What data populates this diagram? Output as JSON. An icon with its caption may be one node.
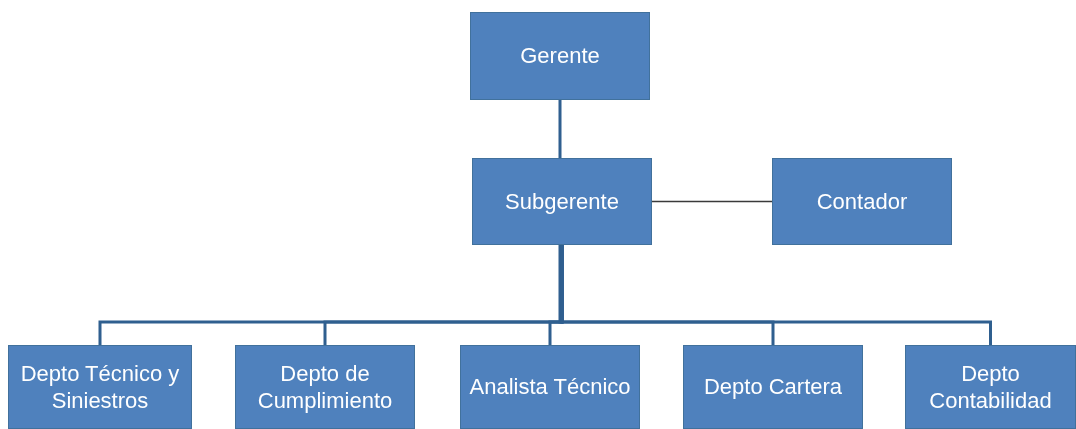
{
  "diagram": {
    "nodes": [
      {
        "text": [
          "Gerente"
        ]
      },
      {
        "text": [
          "Subgerente"
        ]
      },
      {
        "text": [
          "Contador"
        ]
      },
      {
        "text": [
          "Depto Técnico y Siniestros"
        ]
      },
      {
        "text": [
          "Depto de Cumplimiento"
        ]
      },
      {
        "text": [
          "Analista Técnico"
        ]
      },
      {
        "text": [
          "Depto Cartera"
        ]
      },
      {
        "text": [
          "Depto Contabilidad"
        ]
      }
    ],
    "edges": [
      {
        "from": 0,
        "to": 1,
        "arrow": "none"
      },
      {
        "from": 1,
        "to": 2,
        "arrow": "none",
        "color": "#3a3a3a"
      },
      {
        "from": 1,
        "to": 3,
        "arrow": "none"
      },
      {
        "from": 1,
        "to": 4,
        "arrow": "none"
      },
      {
        "from": 1,
        "to": 5,
        "arrow": "none"
      },
      {
        "from": 1,
        "to": 6,
        "arrow": "none"
      },
      {
        "from": 1,
        "to": 7,
        "arrow": "none"
      }
    ]
  }
}
